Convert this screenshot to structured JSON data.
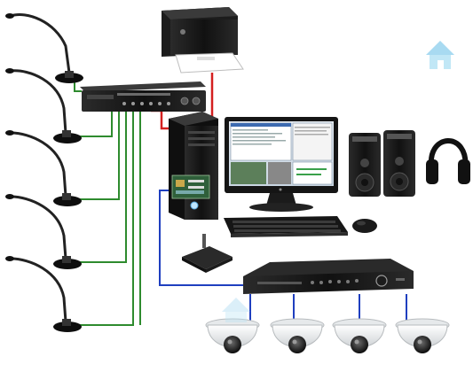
{
  "diagram": {
    "nodes": [
      {
        "id": "mic-1",
        "kind": "gooseneck-microphone"
      },
      {
        "id": "mic-2",
        "kind": "gooseneck-microphone"
      },
      {
        "id": "mic-3",
        "kind": "gooseneck-microphone"
      },
      {
        "id": "mic-4",
        "kind": "gooseneck-microphone"
      },
      {
        "id": "mic-5",
        "kind": "gooseneck-microphone"
      },
      {
        "id": "audio-interface",
        "kind": "multichannel-audio-interface"
      },
      {
        "id": "printer",
        "kind": "laser-printer"
      },
      {
        "id": "pc",
        "kind": "pc-tower"
      },
      {
        "id": "monitor",
        "kind": "lcd-monitor"
      },
      {
        "id": "speakers",
        "kind": "stereo-speakers"
      },
      {
        "id": "headphones",
        "kind": "headphones"
      },
      {
        "id": "keyboard",
        "kind": "keyboard"
      },
      {
        "id": "mouse",
        "kind": "mouse"
      },
      {
        "id": "usb-key",
        "kind": "usb-dongle"
      },
      {
        "id": "dvr",
        "kind": "network-video-recorder"
      },
      {
        "id": "cam-1",
        "kind": "dome-camera"
      },
      {
        "id": "cam-2",
        "kind": "dome-camera"
      },
      {
        "id": "cam-3",
        "kind": "dome-camera"
      },
      {
        "id": "cam-4",
        "kind": "dome-camera"
      }
    ],
    "links": [
      {
        "from": "mic-1",
        "to": "audio-interface",
        "color": "#2e8b2e"
      },
      {
        "from": "mic-2",
        "to": "audio-interface",
        "color": "#2e8b2e"
      },
      {
        "from": "mic-3",
        "to": "audio-interface",
        "color": "#2e8b2e"
      },
      {
        "from": "mic-4",
        "to": "audio-interface",
        "color": "#2e8b2e"
      },
      {
        "from": "mic-5",
        "to": "audio-interface",
        "color": "#2e8b2e"
      },
      {
        "from": "audio-interface",
        "to": "pc",
        "color": "#d42020"
      },
      {
        "from": "printer",
        "to": "pc",
        "color": "#d42020"
      },
      {
        "from": "pc",
        "to": "dvr",
        "color": "#1f3fbf"
      },
      {
        "from": "dvr",
        "to": "cam-1",
        "color": "#1f3fbf"
      },
      {
        "from": "dvr",
        "to": "cam-2",
        "color": "#1f3fbf"
      },
      {
        "from": "dvr",
        "to": "cam-3",
        "color": "#1f3fbf"
      },
      {
        "from": "dvr",
        "to": "cam-4",
        "color": "#1f3fbf"
      }
    ],
    "colors": {
      "audio_cable": "#2e8b2e",
      "usb_cable": "#d42020",
      "network_cable": "#1f3fbf",
      "device_body": "#1a1a1a",
      "watermark": "#7ec8e8"
    },
    "watermark_icon": "house-icon"
  }
}
